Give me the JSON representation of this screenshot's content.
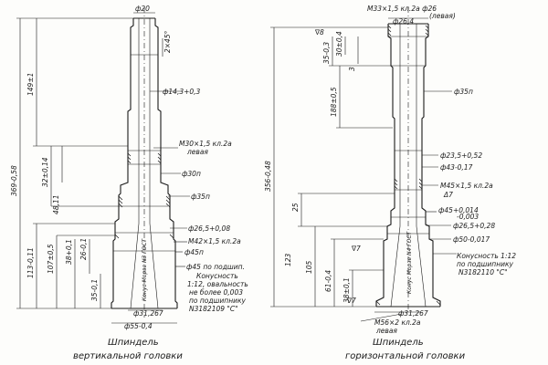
{
  "left_spindle": {
    "caption_line1": "Шпиндель",
    "caption_line2": "вертикальной головки",
    "dims_text": {
      "top_dia": "ф20",
      "top_chamfer": "2×45°",
      "bore_top": "ф14,3+0,3",
      "thread_top_1": "М30×1,5 кл.2а",
      "thread_top_2": "левая",
      "dia_30": "ф30п",
      "dia_35": "ф35п",
      "dia_265": "ф26,5+0,08",
      "thread_bot": "М42×1,5 кл.2а",
      "dia_45": "ф45п",
      "dia_45_note": "ф45 по подшип.",
      "taper_1": "Конусность",
      "taper_2": "1:12, овальность",
      "taper_3": "не более 0,003",
      "taper_4": "по подшипнику",
      "taper_5": "N3182109 \"С\"",
      "morse_label": "Конус Морзе N3 ГОСТ",
      "bot_bore": "ф31,267",
      "bot_dia": "ф55-0,4",
      "overall_len": "369-0,58",
      "len_149": "149±1",
      "len_32": "32±0,14",
      "len_48": "48,11",
      "len_113": "113-0,11",
      "len_107": "107±0,5",
      "len_38": "38+0,1",
      "len_26": "26-0,1",
      "len_35": "35-0,1"
    }
  },
  "right_spindle": {
    "caption_line1": "Шпиндель",
    "caption_line2": "горизонтальной головки",
    "dims_text": {
      "thread_top_1": "М33×1,5 кл.2а ф26",
      "thread_top_2": "(левая)",
      "top_dia": "ф26,4",
      "dia_35": "ф35п",
      "dia_235": "ф23,5+0,52",
      "dia_43": "ф43-0,17",
      "thread_mid_1": "М45×1,5 кл.2а",
      "thread_mid_2": "Δ7",
      "dia_45": "ф45+0,014",
      "dia_45b": "-0,003",
      "dia_265": "ф26,5+0,28",
      "dia_50": "ф50-0,017",
      "taper_1": "Конусность 1:12",
      "taper_2": "по подшипнику",
      "taper_3": "N3182110 \"С\"",
      "morse_label": "Конус Морзе N4 ГОСТ",
      "bot_bore": "ф31,267",
      "thread_bot_1": "М56×2 кл.2а",
      "thread_bot_2": "левая",
      "surf_top": "∇8",
      "surf_mid": "∇7",
      "surf_bot": "∇7",
      "overall_len": "356-0,48",
      "len_25": "25",
      "len_123": "123",
      "len_105": "105",
      "len_61": "61-0,4",
      "len_38": "38±0,1",
      "len_188": "188±0,5",
      "len_35": "35-0,3",
      "len_30": "30±0,4",
      "len_3": "3"
    }
  }
}
